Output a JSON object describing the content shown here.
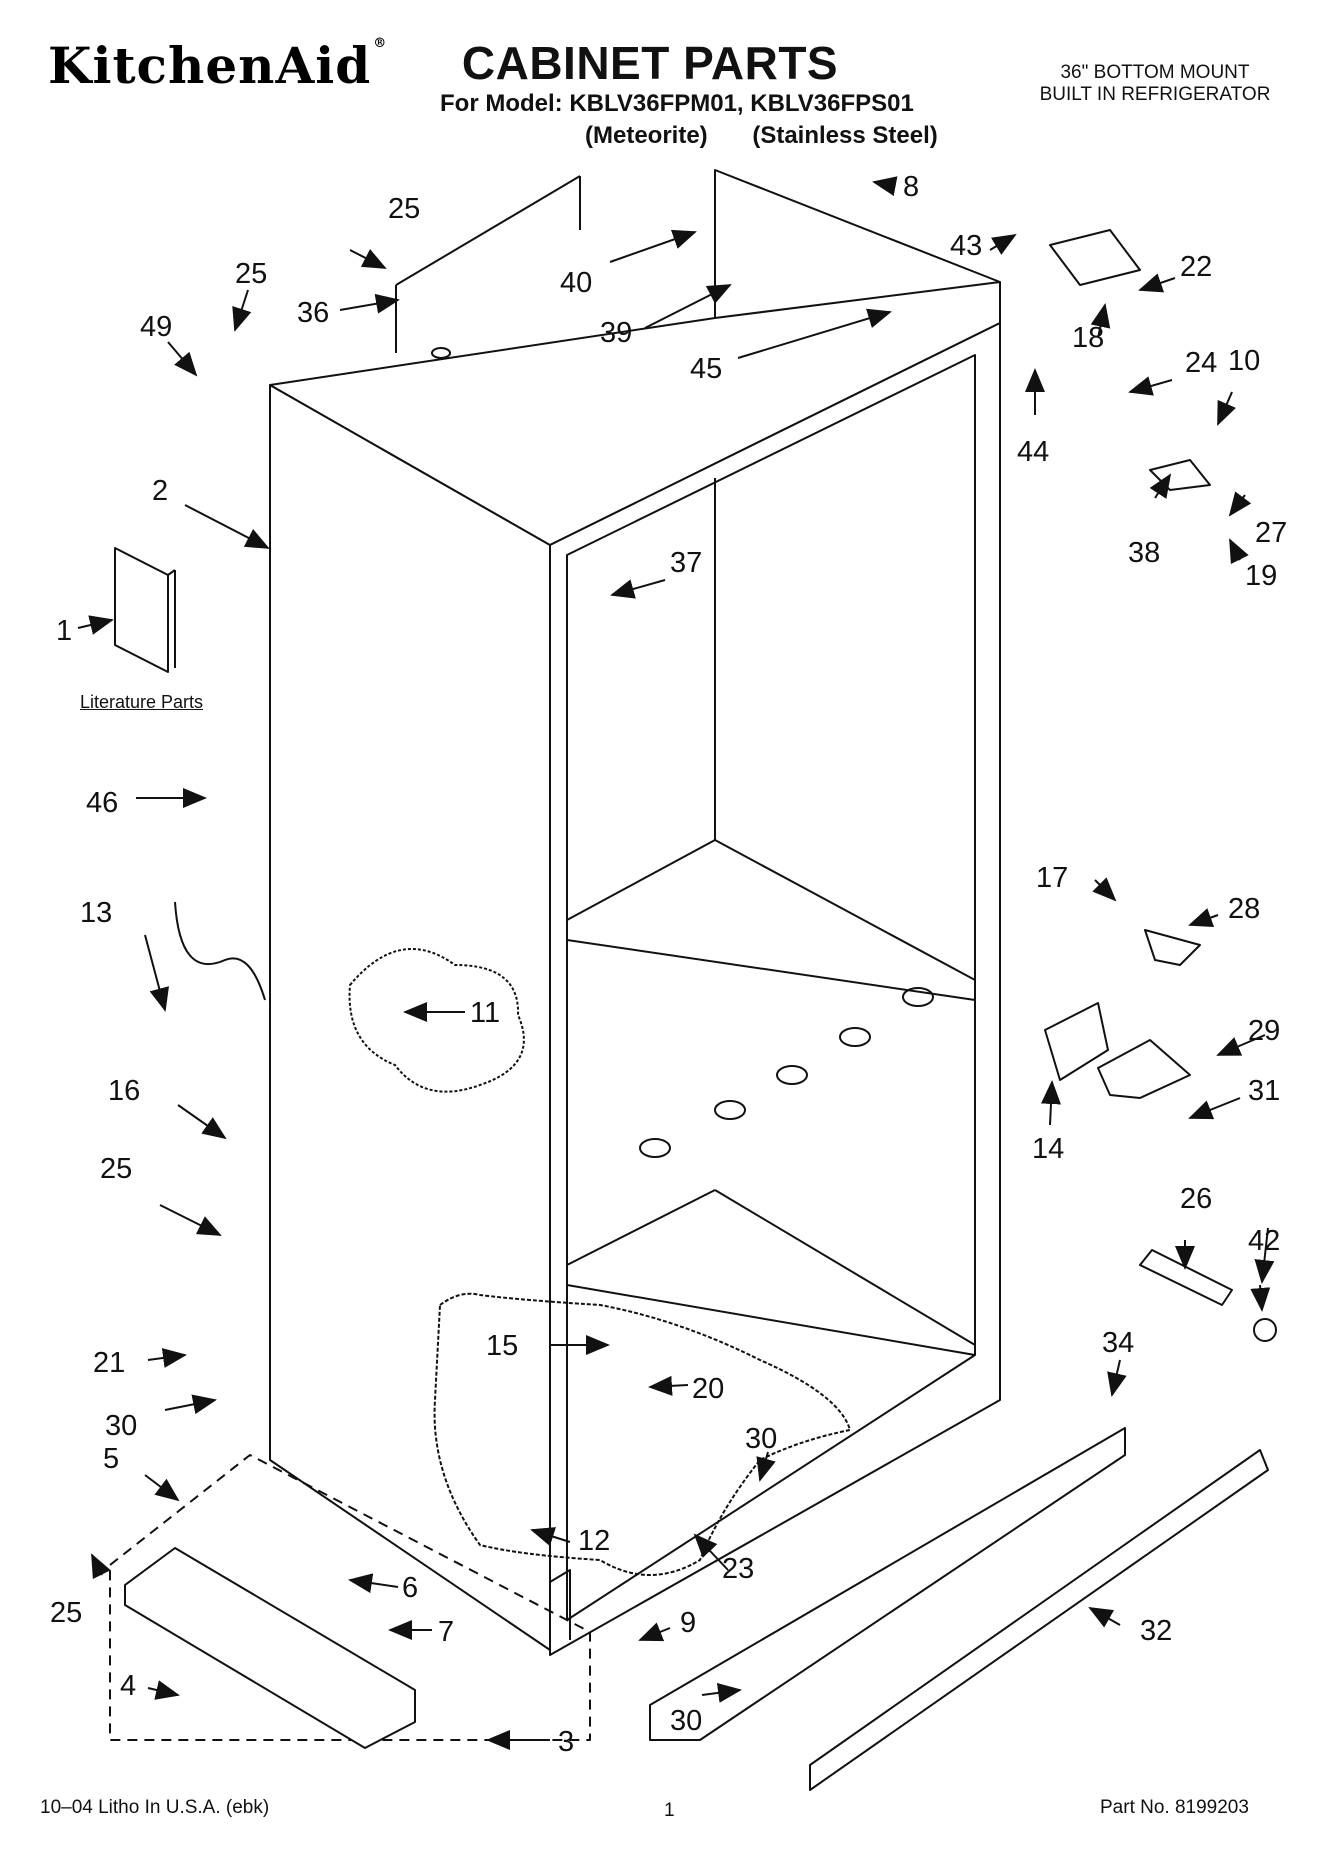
{
  "header": {
    "brand": "KitchenAid",
    "brand_mark": "®",
    "title": "CABINET PARTS",
    "models": "For Model: KBLV36FPM01, KBLV36FPS01",
    "variant_1": "(Meteorite)",
    "variant_2": "(Stainless Steel)",
    "product_type_line1": "36\" BOTTOM MOUNT",
    "product_type_line2": "BUILT IN REFRIGERATOR"
  },
  "literature_label": "Literature Parts",
  "footer": {
    "litho": "10–04 Litho In U.S.A. (ebk)",
    "page": "1",
    "part_no": "Part No. 8199203"
  },
  "callouts": {
    "c1": "1",
    "c2": "2",
    "c3": "3",
    "c4": "4",
    "c5": "5",
    "c6": "6",
    "c7": "7",
    "c8": "8",
    "c9": "9",
    "c10": "10",
    "c11": "11",
    "c12": "12",
    "c13": "13",
    "c14": "14",
    "c15": "15",
    "c16": "16",
    "c17": "17",
    "c18": "18",
    "c19": "19",
    "c20": "20",
    "c21": "21",
    "c22": "22",
    "c23": "23",
    "c24": "24",
    "c25a": "25",
    "c25b": "25",
    "c25c": "25",
    "c25d": "25",
    "c26": "26",
    "c27": "27",
    "c28": "28",
    "c29": "29",
    "c30a": "30",
    "c30b": "30",
    "c30c": "30",
    "c31": "31",
    "c32": "32",
    "c34": "34",
    "c36": "36",
    "c37": "37",
    "c38": "38",
    "c39": "39",
    "c40": "40",
    "c42": "42",
    "c43": "43",
    "c44": "44",
    "c45": "45",
    "c46": "46",
    "c49": "49"
  }
}
